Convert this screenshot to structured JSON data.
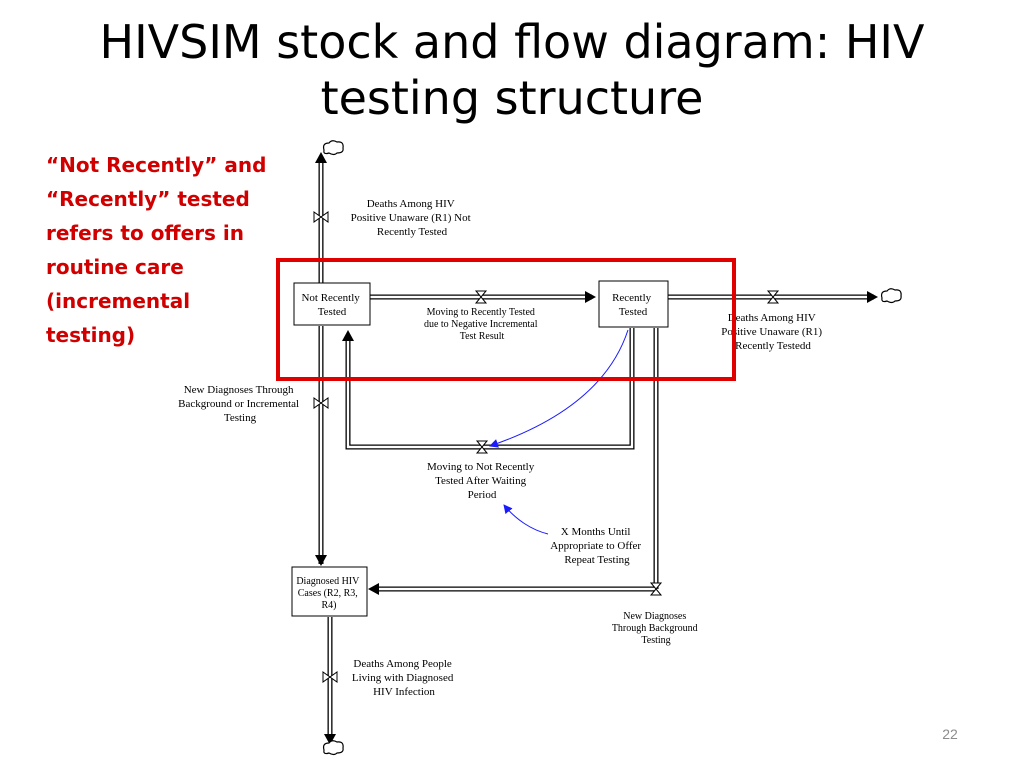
{
  "slide": {
    "title": "HIVSIM stock and flow diagram: HIV testing structure",
    "note": "“Not Recently” and “Recently” tested refers to offers in routine care (incremental testing)",
    "page_number": "22",
    "highlight_color": "#e00000",
    "note_color": "#d00000"
  },
  "stocks": {
    "not_recently": [
      "Not Recently",
      "Tested"
    ],
    "recently": [
      "Recently",
      "Tested"
    ],
    "diagnosed": [
      "Diagnosed HIV",
      "Cases (R2, R3,",
      "R4)"
    ]
  },
  "flows": {
    "deaths_not_recent": [
      "Deaths Among HIV",
      "Positive Unaware (R1) Not",
      "Recently Tested"
    ],
    "moving_to_recent": [
      "Moving to Recently Tested",
      "due to Negative Incremental",
      "Test Result"
    ],
    "deaths_recent": [
      "Deaths Among HIV",
      "Positive Unaware (R1)",
      "Recently Testedd"
    ],
    "new_diag_incremental": [
      "New Diagnoses Through",
      "Background or Incremental",
      "Testing"
    ],
    "moving_to_not_recent": [
      "Moving to Not Recently",
      "Tested After Waiting",
      "Period"
    ],
    "new_diag_background": [
      "New Diagnoses",
      "Through Background",
      "Testing"
    ],
    "deaths_diagnosed": [
      "Deaths Among People",
      "Living with Diagnosed",
      "HIV Infection"
    ]
  },
  "auxiliaries": {
    "x_months": [
      "X Months Until",
      "Appropriate to Offer",
      "Repeat Testing"
    ]
  },
  "link_color": "#1a1aff"
}
